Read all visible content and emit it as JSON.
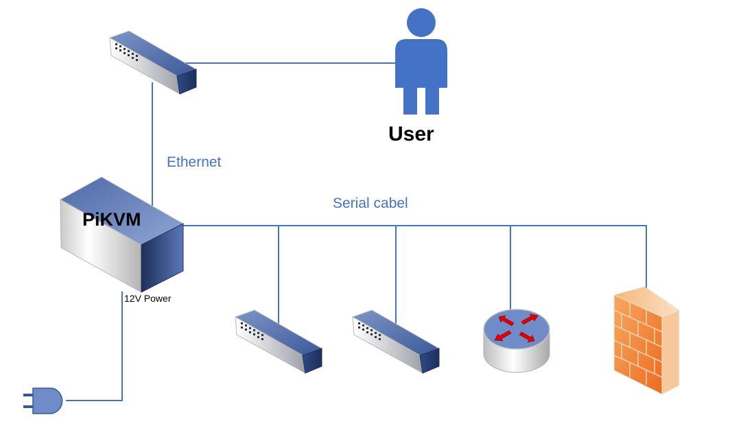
{
  "diagram": {
    "nodes": {
      "user": {
        "label": "User",
        "icon": "person-icon",
        "color": "#4472c4"
      },
      "pikvm": {
        "label": "PiKVM",
        "icon": "server-box-icon"
      },
      "top_switch": {
        "icon": "network-switch-icon"
      },
      "switch_1": {
        "icon": "network-switch-icon"
      },
      "switch_2": {
        "icon": "network-switch-icon"
      },
      "router": {
        "icon": "router-icon"
      },
      "firewall": {
        "icon": "firewall-icon"
      },
      "power_plug": {
        "icon": "power-plug-icon"
      }
    },
    "edges": {
      "ethernet": {
        "label": "Ethernet",
        "color": "#4472c4"
      },
      "serial": {
        "label": "Serial cabel",
        "color": "#4472c4"
      },
      "power": {
        "label": "12V Power",
        "color": "#4472c4"
      }
    }
  }
}
